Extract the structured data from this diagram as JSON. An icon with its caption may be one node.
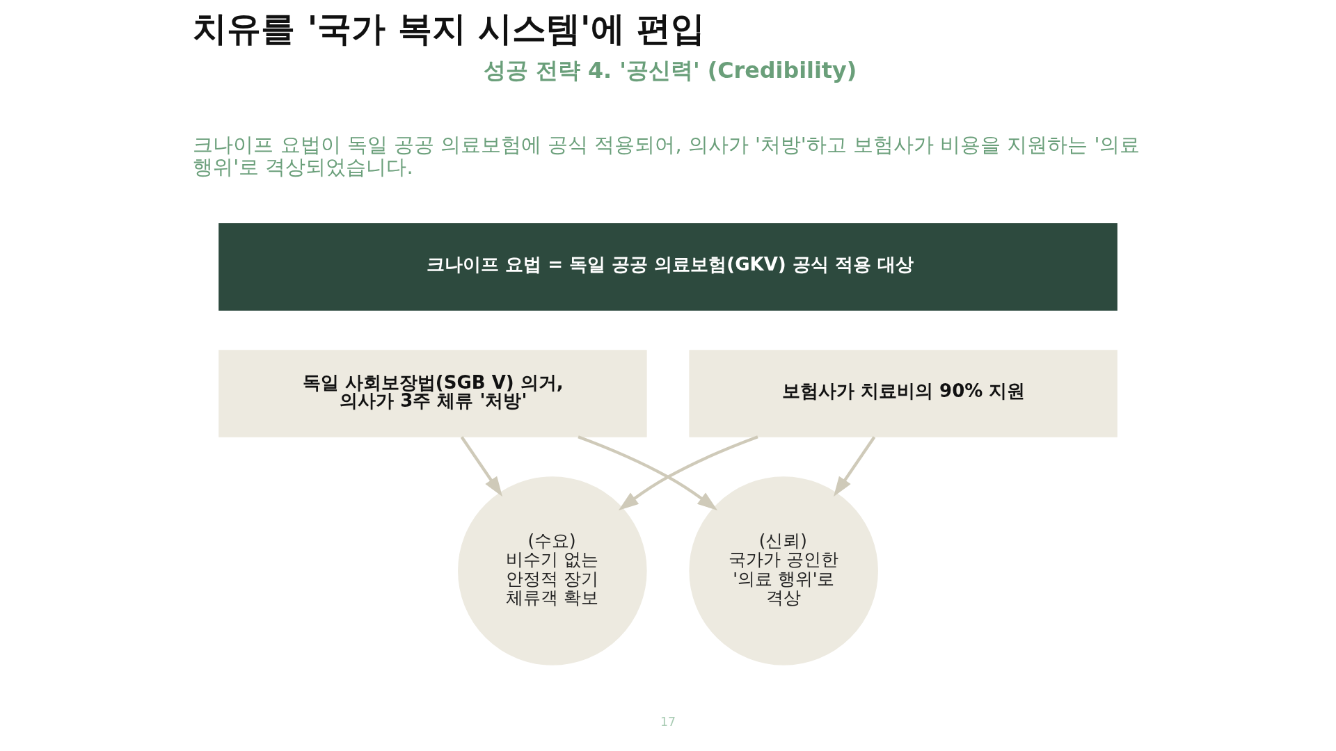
{
  "diagram": {
    "title": "치유를 '국가 복지 시스템'에 편입",
    "nodes": [
      {
        "text": [
          "크나이프 요법 = 독일 공공 의료보험(GKV) 공식 적용 대상"
        ]
      },
      {
        "text": [
          "독일 사회보장법(SGB V) 의거, 의사가 3주 체류 '처방'"
        ]
      },
      {
        "text": [
          "보험사가 치료비의 90% 지원"
        ]
      },
      {
        "text": [
          "(수요)",
          "비수기 없는 안정적 장기 체류객 확보"
        ]
      },
      {
        "text": [
          "(신뢰)",
          "국가가 공인한 '의료 행위'로 격상"
        ]
      }
    ],
    "edges": [
      {
        "from": 1,
        "to": 3,
        "arrow": "to"
      },
      {
        "from": 1,
        "to": 4,
        "arrow": "to"
      },
      {
        "from": 2,
        "to": 3,
        "arrow": "to"
      },
      {
        "from": 2,
        "to": 4,
        "arrow": "to"
      }
    ],
    "labels": [
      "성공 전략 4. '공신력' (Credibility)",
      "크나이프 요법이 독일 공공 의료보험에 공식 적용되어, 의사가 '처방'하고 보험사가 비용을 지원하는 '의료 행위'로 격상되었습니다.",
      "17"
    ]
  }
}
